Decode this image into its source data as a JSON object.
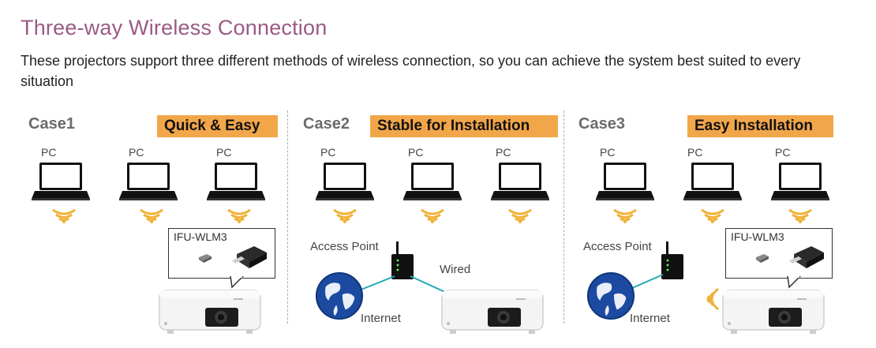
{
  "header": {
    "title": "Three-way Wireless Connection",
    "intro": "These projectors support three different methods of wireless connection, so you can achieve the system best suited to every situation"
  },
  "cases": [
    {
      "label": "Case1",
      "badge": "Quick & Easy",
      "pcs": [
        "PC",
        "PC",
        "PC"
      ],
      "callout": "IFU-WLM3"
    },
    {
      "label": "Case2",
      "badge": "Stable for Installation",
      "pcs": [
        "PC",
        "PC",
        "PC"
      ],
      "access_point": "Access Point",
      "wired": "Wired",
      "internet": "Internet"
    },
    {
      "label": "Case3",
      "badge": "Easy Installation",
      "pcs": [
        "PC",
        "PC",
        "PC"
      ],
      "access_point": "Access Point",
      "internet": "Internet",
      "callout": "IFU-WLM3"
    }
  ],
  "colors": {
    "title": "#9a5a86",
    "badge": "#f2a64a",
    "wifi": "#f0b23a",
    "line": "#21a8b5"
  }
}
